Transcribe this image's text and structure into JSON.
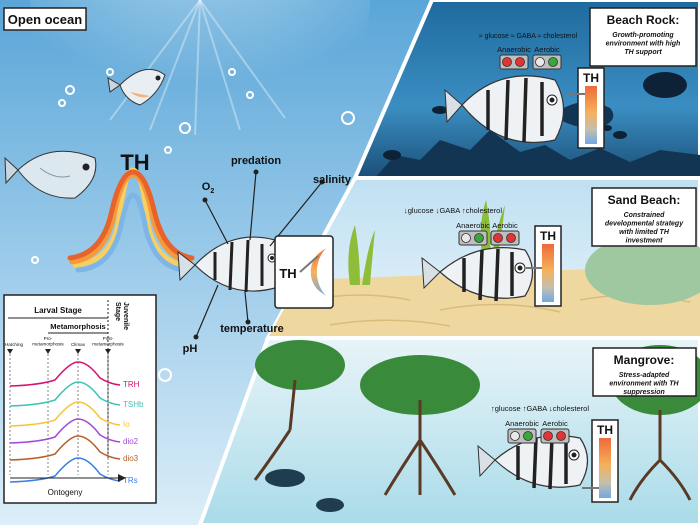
{
  "open_ocean": {
    "title": "Open ocean",
    "hormone": "TH",
    "factors": {
      "predation": "predation",
      "o2": "O",
      "o2_sub": "2",
      "salinity": "salinity",
      "ph": "pH",
      "temperature": "temperature"
    },
    "gauge_label": "TH"
  },
  "panel_chart": {
    "stage_larval": "Larval Stage",
    "stage_meta": "Metamorphosis",
    "stage_juvenile_1": "Juvenile",
    "stage_juvenile_2": "Stage",
    "markers": [
      "Hatching",
      "Pro-\nmetamorphosis",
      "Climax",
      "Post-\nmetamorphosis"
    ],
    "series": [
      {
        "name": "TRH",
        "color": "#d6156e"
      },
      {
        "name": "TSHb",
        "color": "#3cc6b4"
      },
      {
        "name": " Io",
        "color": "#f7c43b"
      },
      {
        "name": "dio2",
        "color": "#a14bd8"
      },
      {
        "name": "dio3",
        "color": "#b8602a"
      },
      {
        "name": "TRs",
        "color": "#3c7de8"
      }
    ],
    "xlabel": "Ontogeny"
  },
  "beach_rock": {
    "title": "Beach Rock:",
    "subtitle": "Growth-promoting environment with high TH support",
    "metabolites": "≈ glucose ≈ GABA ≈ cholesterol",
    "anaerobic": "Anaerobic",
    "aerobic": "Aerobic",
    "gauge_label": "TH"
  },
  "sand_beach": {
    "title": "Sand Beach:",
    "subtitle": "Constrained developmental strategy with limited TH investment",
    "metabolites": "↓glucose ↓GABA ↑cholesterol",
    "anaerobic": "Anaerobic",
    "aerobic": "Aerobic",
    "gauge_label": "TH"
  },
  "mangrove": {
    "title": "Mangrove:",
    "subtitle": "Stress-adapted environment with TH suppression",
    "metabolites": "↑glucose ↑GABA ↓cholesterol",
    "anaerobic": "Anaerobic",
    "aerobic": "Aerobic",
    "gauge_label": "TH"
  },
  "colors": {
    "ocean_top": "#5aa8d8",
    "ocean_bottom": "#d9ecf7",
    "th_red": "#e8632b",
    "th_orange": "#f59a3c",
    "th_yellow": "#f8d061",
    "th_blue": "#7db6e6",
    "reef_dark": "#163a5a",
    "sand": "#efd9a0",
    "mangrove_water": "#bfe3ef"
  }
}
